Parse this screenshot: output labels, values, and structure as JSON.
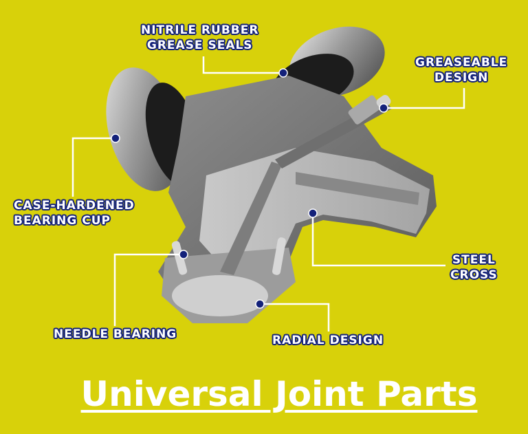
{
  "title": "Universal Joint Parts",
  "labels": {
    "nitrile": [
      "NITRILE RUBBER",
      "GREASE SEALS"
    ],
    "greaseable": [
      "GREASEABLE",
      "DESIGN"
    ],
    "case_hardened": [
      "CASE-HARDENED",
      "BEARING CUP"
    ],
    "steel_cross": [
      "STEEL",
      "CROSS"
    ],
    "needle": "NEEDLE BEARING",
    "radial": "RADIAL DESIGN"
  },
  "colors": {
    "background": "#d8d10a",
    "label_outline": "#13217a",
    "label_fill": "#ffffff"
  }
}
